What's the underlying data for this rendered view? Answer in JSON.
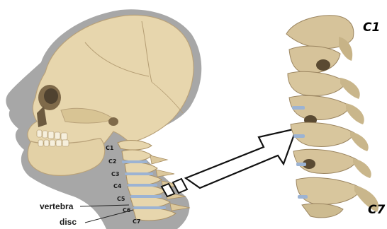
{
  "left_figure": {
    "vertebra_labels": [
      "C1",
      "C2",
      "C3",
      "C4",
      "C5",
      "C6",
      "C7"
    ],
    "callouts": {
      "vertebra": "vertebra",
      "disc": "disc"
    }
  },
  "right_figure": {
    "top_label": "C1",
    "bottom_label": "C7"
  },
  "colors": {
    "head_silhouette": "#a7a7a7",
    "bone": "#e7d6ad",
    "bone_shadow": "#b9a27a",
    "disc": "#9cb3d3",
    "arrow_outline": "#111111"
  }
}
